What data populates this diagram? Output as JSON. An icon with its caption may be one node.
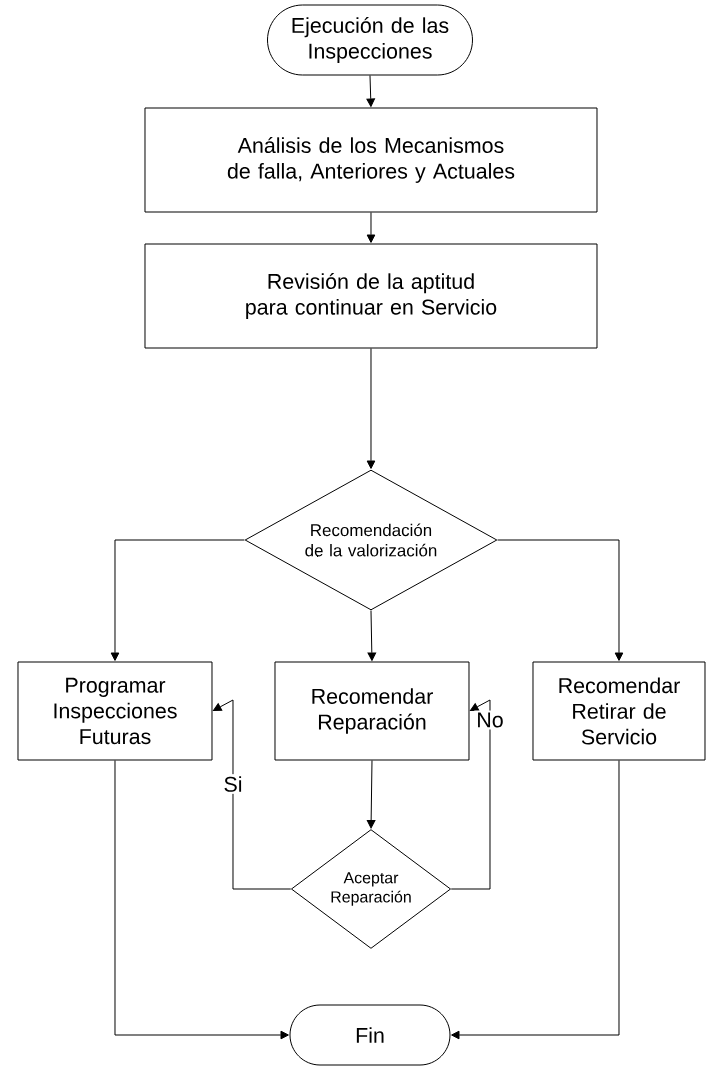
{
  "diagram": {
    "nodes": [
      {
        "text": [
          "Ejecución de las Inspecciones"
        ]
      },
      {
        "text": [
          "Análisis de los Mecanismos de falla, Anteriores y Actuales"
        ]
      },
      {
        "text": [
          "Revisión de la aptitud para continuar en Servicio"
        ]
      },
      {
        "text": [
          "Recomendación de la valorización"
        ]
      },
      {
        "text": [
          "Programar Inspecciones Futuras"
        ]
      },
      {
        "text": [
          "Recomendar Reparación"
        ]
      },
      {
        "text": [
          "Recomendar Retirar de Servicio"
        ]
      },
      {
        "text": [
          "Aceptar Reparación"
        ]
      },
      {
        "text": [
          "Fin"
        ]
      }
    ],
    "edges": [
      {
        "from": 0,
        "to": 1,
        "arrow": "to"
      },
      {
        "from": 1,
        "to": 2,
        "arrow": "to"
      },
      {
        "from": 2,
        "to": 3,
        "arrow": "to"
      },
      {
        "from": 3,
        "to": 4,
        "arrow": "to"
      },
      {
        "from": 3,
        "to": 5,
        "arrow": "to"
      },
      {
        "from": 3,
        "to": 6,
        "arrow": "to"
      },
      {
        "from": 5,
        "to": 7,
        "arrow": "to"
      },
      {
        "from": 7,
        "to": 4,
        "arrow": "to",
        "label": "Si"
      },
      {
        "from": 7,
        "to": 5,
        "arrow": "to",
        "label": "No"
      },
      {
        "from": 4,
        "to": 8,
        "arrow": "to"
      },
      {
        "from": 6,
        "to": 8,
        "arrow": "to"
      }
    ]
  }
}
